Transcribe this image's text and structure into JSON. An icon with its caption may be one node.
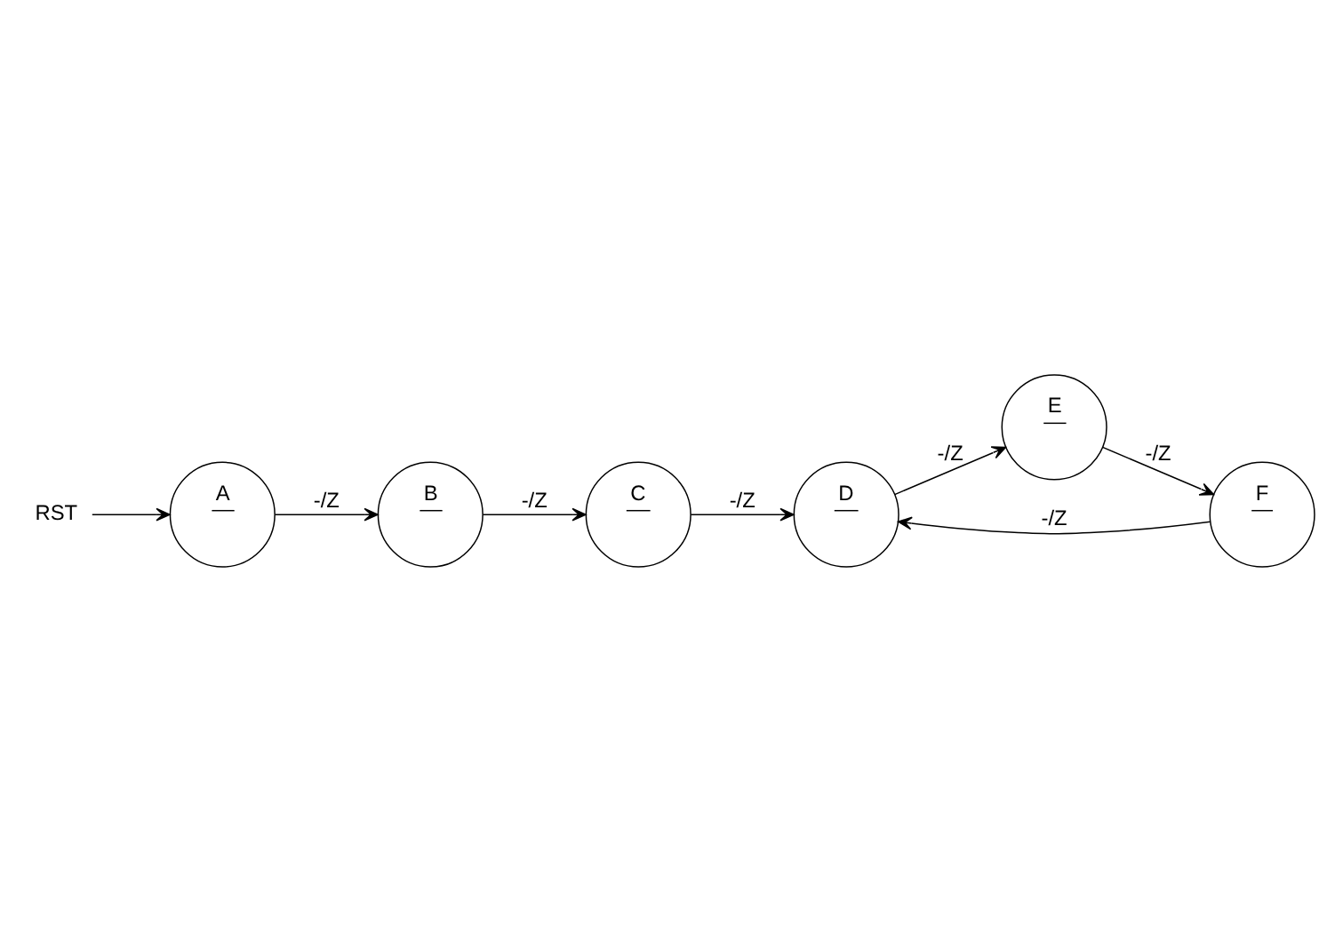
{
  "diagram": {
    "nodes": [
      {
        "text": [
          "RST"
        ]
      },
      {
        "text": [
          "A"
        ]
      },
      {
        "text": [
          "B"
        ]
      },
      {
        "text": [
          "C"
        ]
      },
      {
        "text": [
          "D"
        ]
      },
      {
        "text": [
          "E"
        ]
      },
      {
        "text": [
          "F"
        ]
      }
    ],
    "edges": [
      {
        "from": 0,
        "to": 1,
        "arrow": "to"
      },
      {
        "from": 1,
        "to": 2,
        "arrow": "to",
        "label": "-/Z"
      },
      {
        "from": 2,
        "to": 3,
        "arrow": "to",
        "label": "-/Z"
      },
      {
        "from": 3,
        "to": 4,
        "arrow": "to",
        "label": "-/Z"
      },
      {
        "from": 4,
        "to": 5,
        "arrow": "to",
        "label": "-/Z"
      },
      {
        "from": 5,
        "to": 6,
        "arrow": "to",
        "label": "-/Z"
      },
      {
        "from": 6,
        "to": 4,
        "arrow": "to",
        "label": "-/Z"
      }
    ]
  }
}
